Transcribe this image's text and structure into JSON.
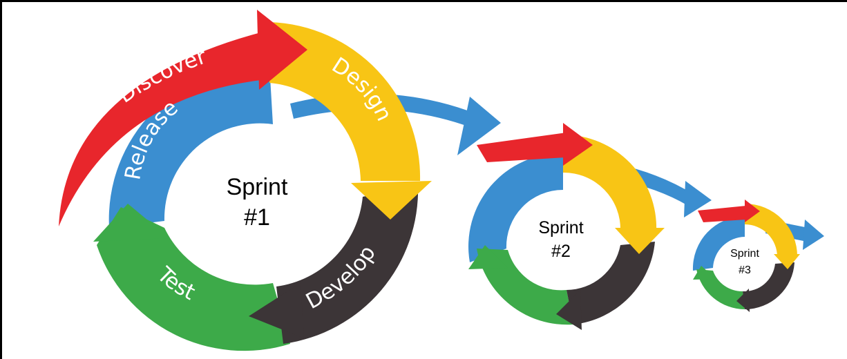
{
  "colors": {
    "discover": "#e8262c",
    "design": "#f8c515",
    "develop": "#3c3537",
    "test": "#3daa49",
    "release": "#3b8ed0",
    "flow": "#3b8ed0",
    "text_on_arc": "#ffffff",
    "text_center": "#000000"
  },
  "phases": {
    "discover": "Discover",
    "design": "Design",
    "develop": "Develop",
    "test": "Test",
    "release": "Release"
  },
  "sprints": [
    {
      "line1": "Sprint",
      "line2": "#1"
    },
    {
      "line1": "Sprint",
      "line2": "#2"
    },
    {
      "line1": "Sprint",
      "line2": "#3"
    }
  ]
}
